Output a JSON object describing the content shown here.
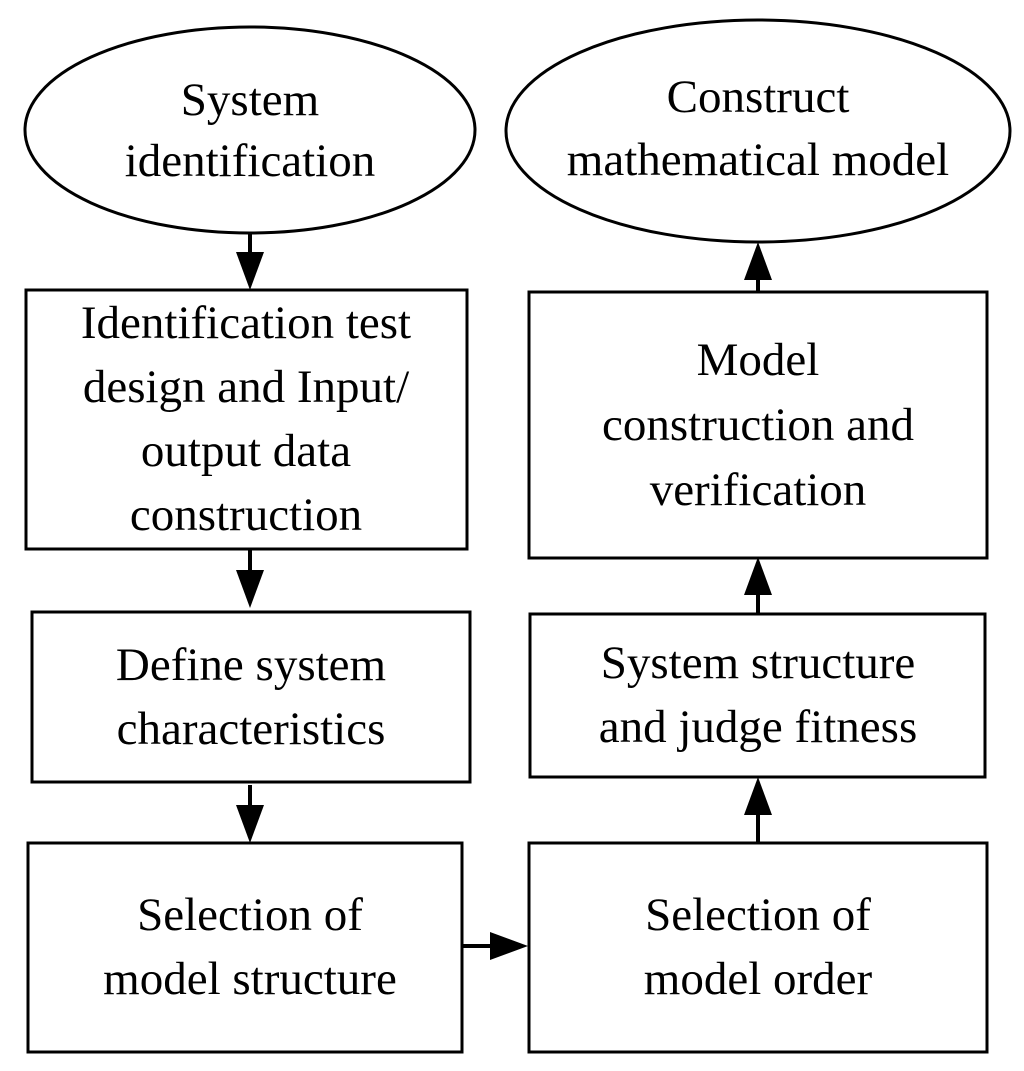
{
  "nodes": {
    "system_identification": {
      "lines": [
        "System",
        "identification"
      ]
    },
    "construct_model": {
      "lines": [
        "Construct",
        "mathematical model"
      ]
    },
    "identification_test": {
      "lines": [
        "Identification test",
        "design and Input/",
        "output data",
        "construction"
      ]
    },
    "model_construction": {
      "lines": [
        "Model",
        "construction  and",
        "verification"
      ]
    },
    "define_characteristics": {
      "lines": [
        "Define system",
        "characteristics"
      ]
    },
    "system_structure": {
      "lines": [
        "System structure",
        "and judge fitness"
      ]
    },
    "selection_structure": {
      "lines": [
        "Selection of",
        "model structure"
      ]
    },
    "selection_order": {
      "lines": [
        "Selection of",
        "model order"
      ]
    }
  }
}
